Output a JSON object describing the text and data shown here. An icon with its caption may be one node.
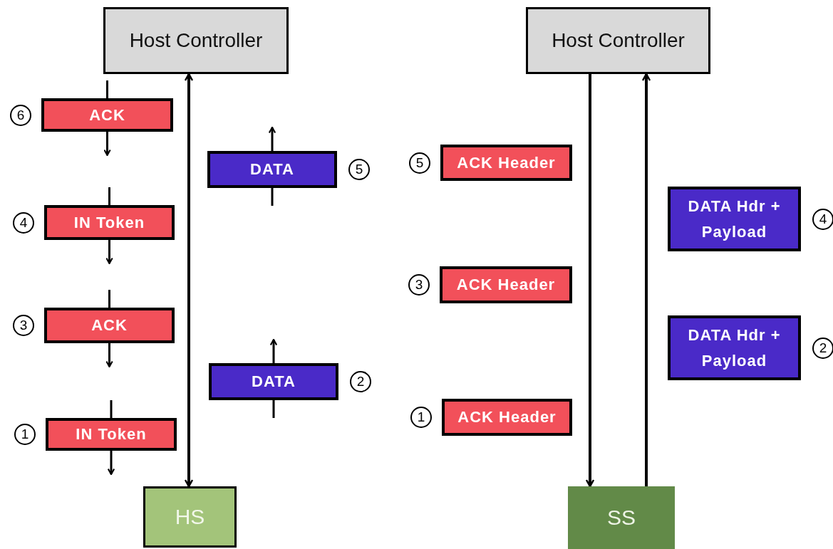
{
  "diagram": {
    "nodes": [
      {
        "text": [
          "Host Controller"
        ]
      },
      {
        "text": [
          "Host Controller"
        ]
      },
      {
        "text": [
          "ACK"
        ],
        "beside": [
          "6"
        ]
      },
      {
        "text": [
          "ACK Header"
        ],
        "beside": [
          "5"
        ]
      },
      {
        "text": [
          "DATA"
        ],
        "beside": [
          "5"
        ]
      },
      {
        "text": [
          "DATA Hdr + Payload"
        ],
        "beside": [
          "4"
        ]
      },
      {
        "text": [
          "IN Token"
        ],
        "beside": [
          "4"
        ]
      },
      {
        "text": [
          "ACK Header"
        ],
        "beside": [
          "3"
        ]
      },
      {
        "text": [
          "ACK"
        ],
        "beside": [
          "3"
        ]
      },
      {
        "text": [
          "DATA Hdr + Payload"
        ],
        "beside": [
          "2"
        ]
      },
      {
        "text": [
          "DATA"
        ],
        "beside": [
          "2"
        ]
      },
      {
        "text": [
          "ACK Header"
        ],
        "beside": [
          "1"
        ]
      },
      {
        "text": [
          "IN Token"
        ],
        "beside": [
          "1"
        ]
      },
      {
        "text": [
          "HS"
        ]
      },
      {
        "text": [
          "SS"
        ]
      }
    ],
    "edges": [
      {
        "from": 0,
        "to": 13,
        "arrow": "both"
      },
      {
        "from": 1,
        "to": 14,
        "arrow": "to"
      },
      {
        "from": 14,
        "to": 1,
        "arrow": "to"
      }
    ]
  }
}
